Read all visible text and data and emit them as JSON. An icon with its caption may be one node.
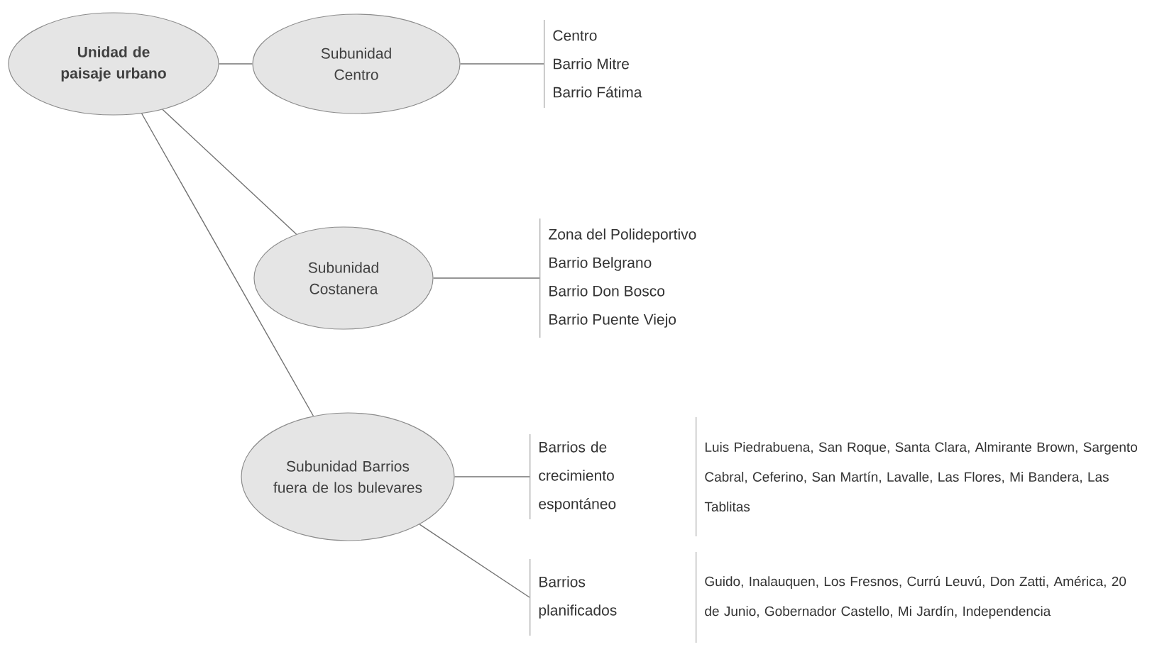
{
  "diagram": {
    "nodes": [
      {
        "text": [
          "Unidad de paisaje urbano"
        ]
      },
      {
        "text": [
          "Subunidad Centro"
        ]
      },
      {
        "text": [
          "Centro",
          "Barrio Mitre",
          "Barrio Fátima"
        ]
      },
      {
        "text": [
          "Subunidad Costanera"
        ]
      },
      {
        "text": [
          "Zona del Polideportivo",
          "Barrio Belgrano",
          "Barrio Don Bosco",
          "Barrio Puente Viejo"
        ]
      },
      {
        "text": [
          "Subunidad Barrios fuera de los bulevares"
        ]
      },
      {
        "text": [
          "Barrios de crecimiento espontáneo"
        ]
      },
      {
        "text": [
          "Luis Piedrabuena, San Roque, Santa Clara, Almirante Brown, Sargento Cabral, Ceferino, San Martín, Lavalle, Las Flores, Mi Bandera, Las Tablitas"
        ]
      },
      {
        "text": [
          "Barrios planificados"
        ]
      },
      {
        "text": [
          "Guido, Inalauquen, Los Fresnos, Currú Leuvú, Don Zatti, América, 20 de Junio, Gobernador Castello, Mi Jardín, Independencia"
        ]
      }
    ],
    "edges": [
      {
        "from": 0,
        "to": 1,
        "arrow": "none"
      },
      {
        "from": 0,
        "to": 3,
        "arrow": "none"
      },
      {
        "from": 0,
        "to": 5,
        "arrow": "none"
      },
      {
        "from": 1,
        "to": 2,
        "arrow": "none"
      },
      {
        "from": 3,
        "to": 4,
        "arrow": "none"
      },
      {
        "from": 5,
        "to": 6,
        "arrow": "none"
      },
      {
        "from": 5,
        "to": 8,
        "arrow": "none"
      }
    ]
  }
}
